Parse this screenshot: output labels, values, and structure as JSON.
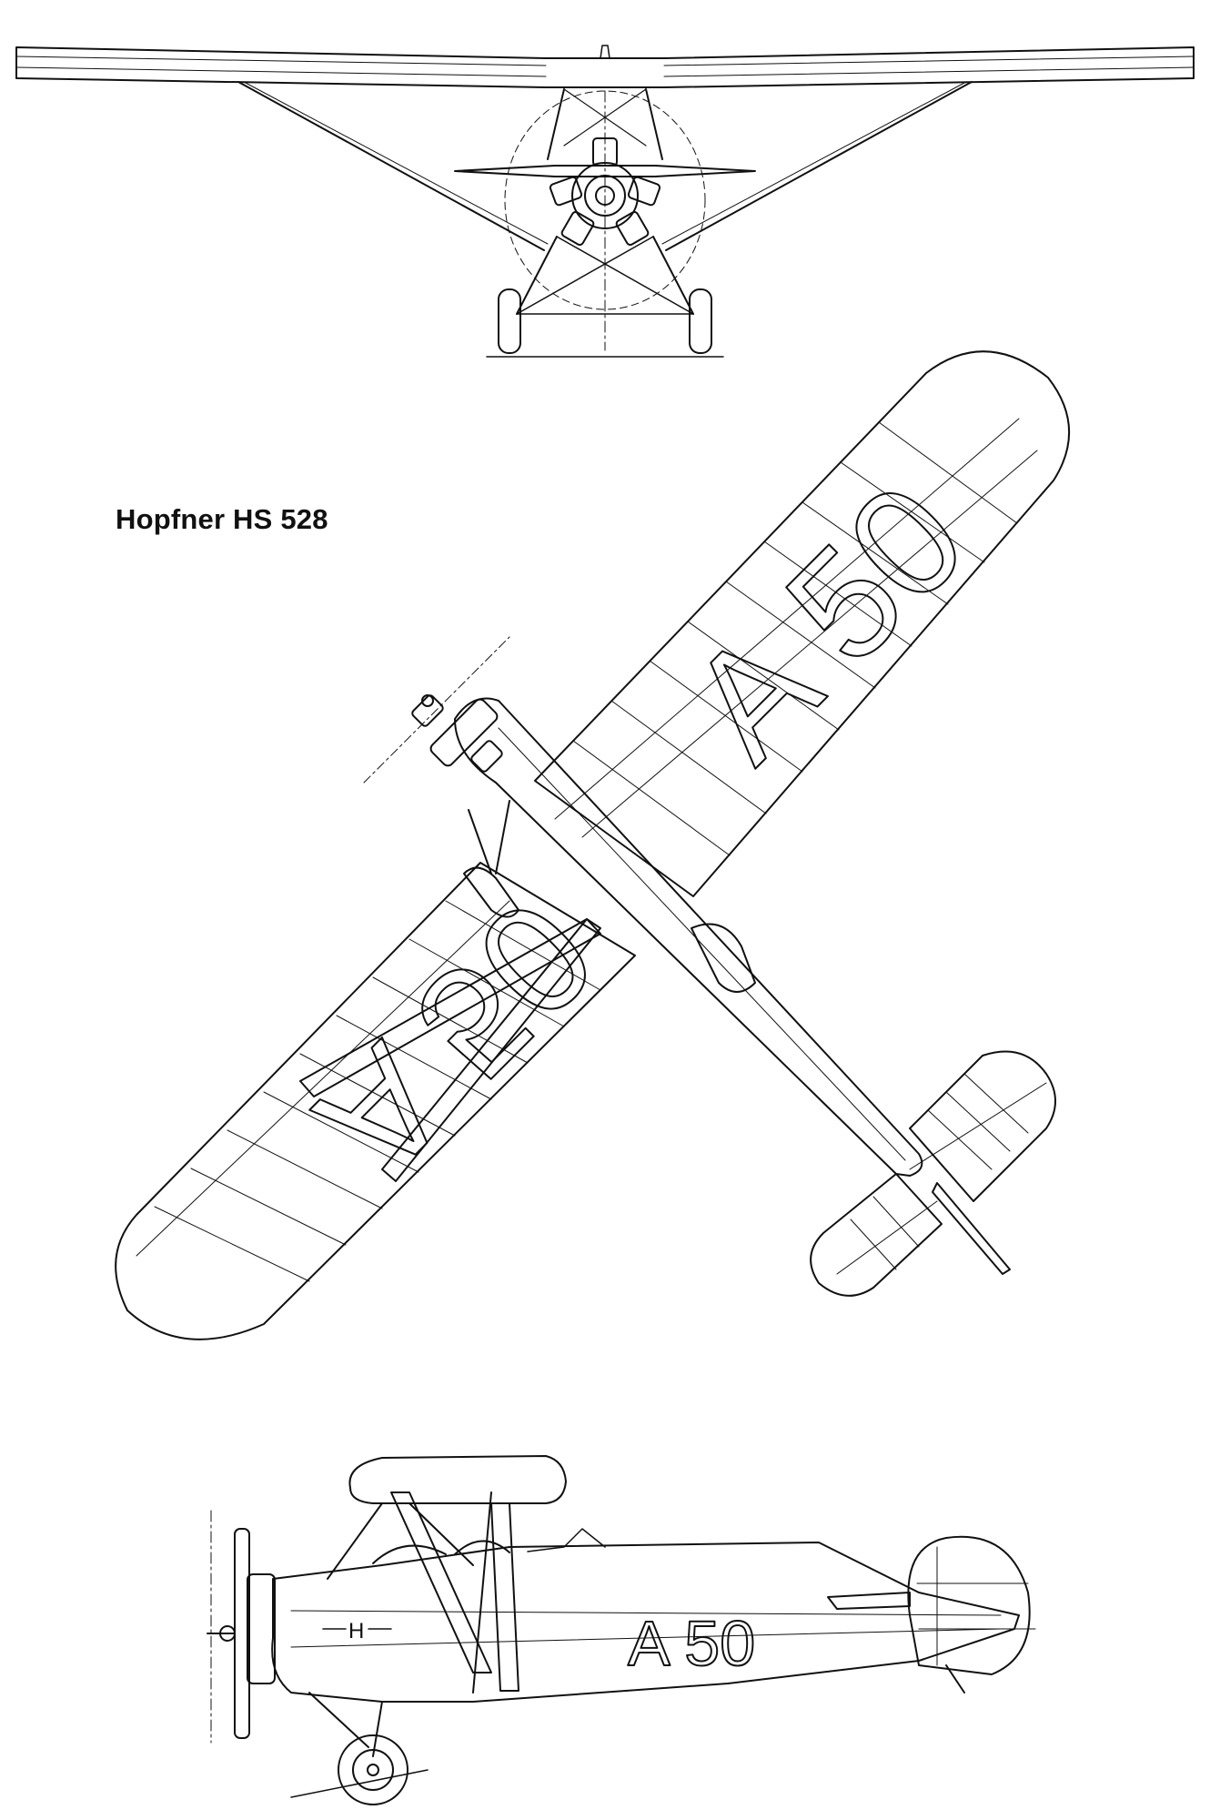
{
  "title": "Hopfner HS 528",
  "wing_marking_top": "A 50",
  "wing_marking_bottom": "A 50",
  "fuselage_marking": "A 50",
  "fin_logo": "H",
  "colors": {
    "ink": "#111111",
    "paper": "#ffffff"
  }
}
